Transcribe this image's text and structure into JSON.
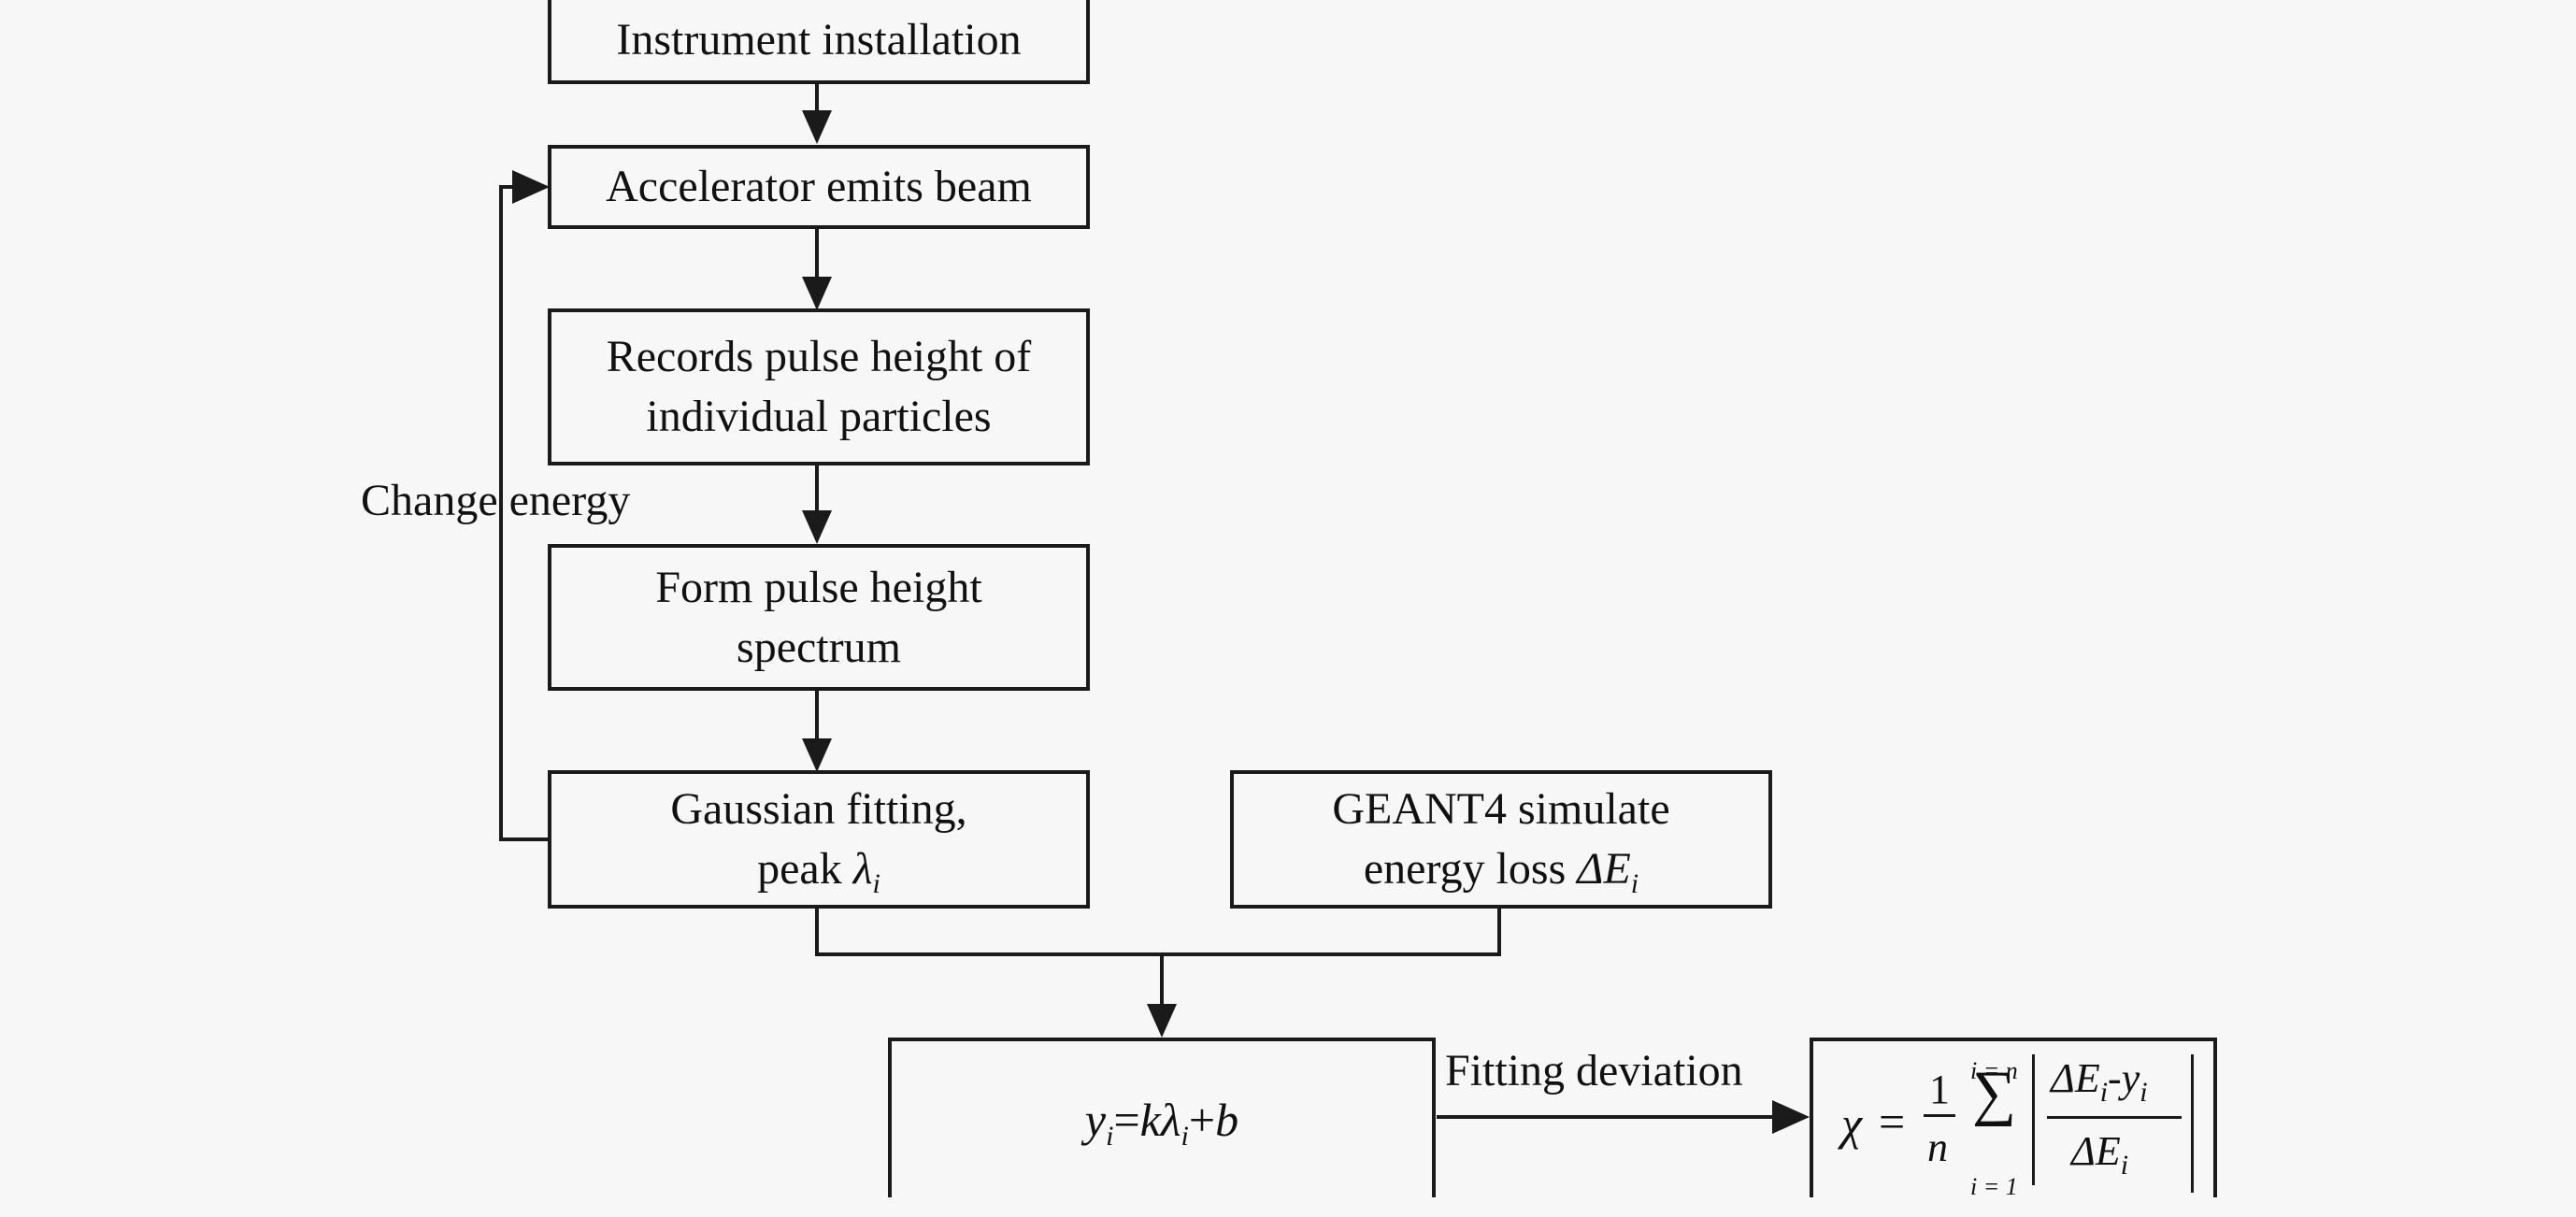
{
  "diagram": {
    "title": "Calibration flowchart",
    "nodes": {
      "instrument_installation": "Instrument installation",
      "accelerator": "Accelerator emits beam",
      "records_line1": "Records pulse height of",
      "records_line2": "individual particles",
      "form_line1": "Form pulse height",
      "form_line2": "spectrum",
      "gaussian_line1": "Gaussian fitting,",
      "gaussian_line2_text": "peak ",
      "gaussian_symbol": "λ",
      "gaussian_sub": "i",
      "geant_line1": "GEANT4 simulate",
      "geant_line2_text": "energy loss ",
      "geant_symbol": "ΔE",
      "geant_sub": "i",
      "linear_fit": {
        "y": "y",
        "y_sub": "i",
        "eq": "=",
        "k": "k",
        "lambda": "λ",
        "lambda_sub": "i",
        "plus": "+",
        "b": "b"
      },
      "chi_formula": {
        "chi": "χ",
        "eq": "=",
        "one": "1",
        "n": "n",
        "sum": "∑",
        "upper": "i = n",
        "lower": "i = 1",
        "num_delta": "ΔE",
        "num_sub": "i",
        "minus": "-",
        "num_y": "y",
        "num_y_sub": "i",
        "den_delta": "ΔE",
        "den_sub": "i"
      }
    },
    "edge_labels": {
      "loop": "Change energy",
      "deviation": "Fitting deviation"
    },
    "colors": {
      "line": "#1a1a1a",
      "background": "#f7f7f7"
    }
  }
}
